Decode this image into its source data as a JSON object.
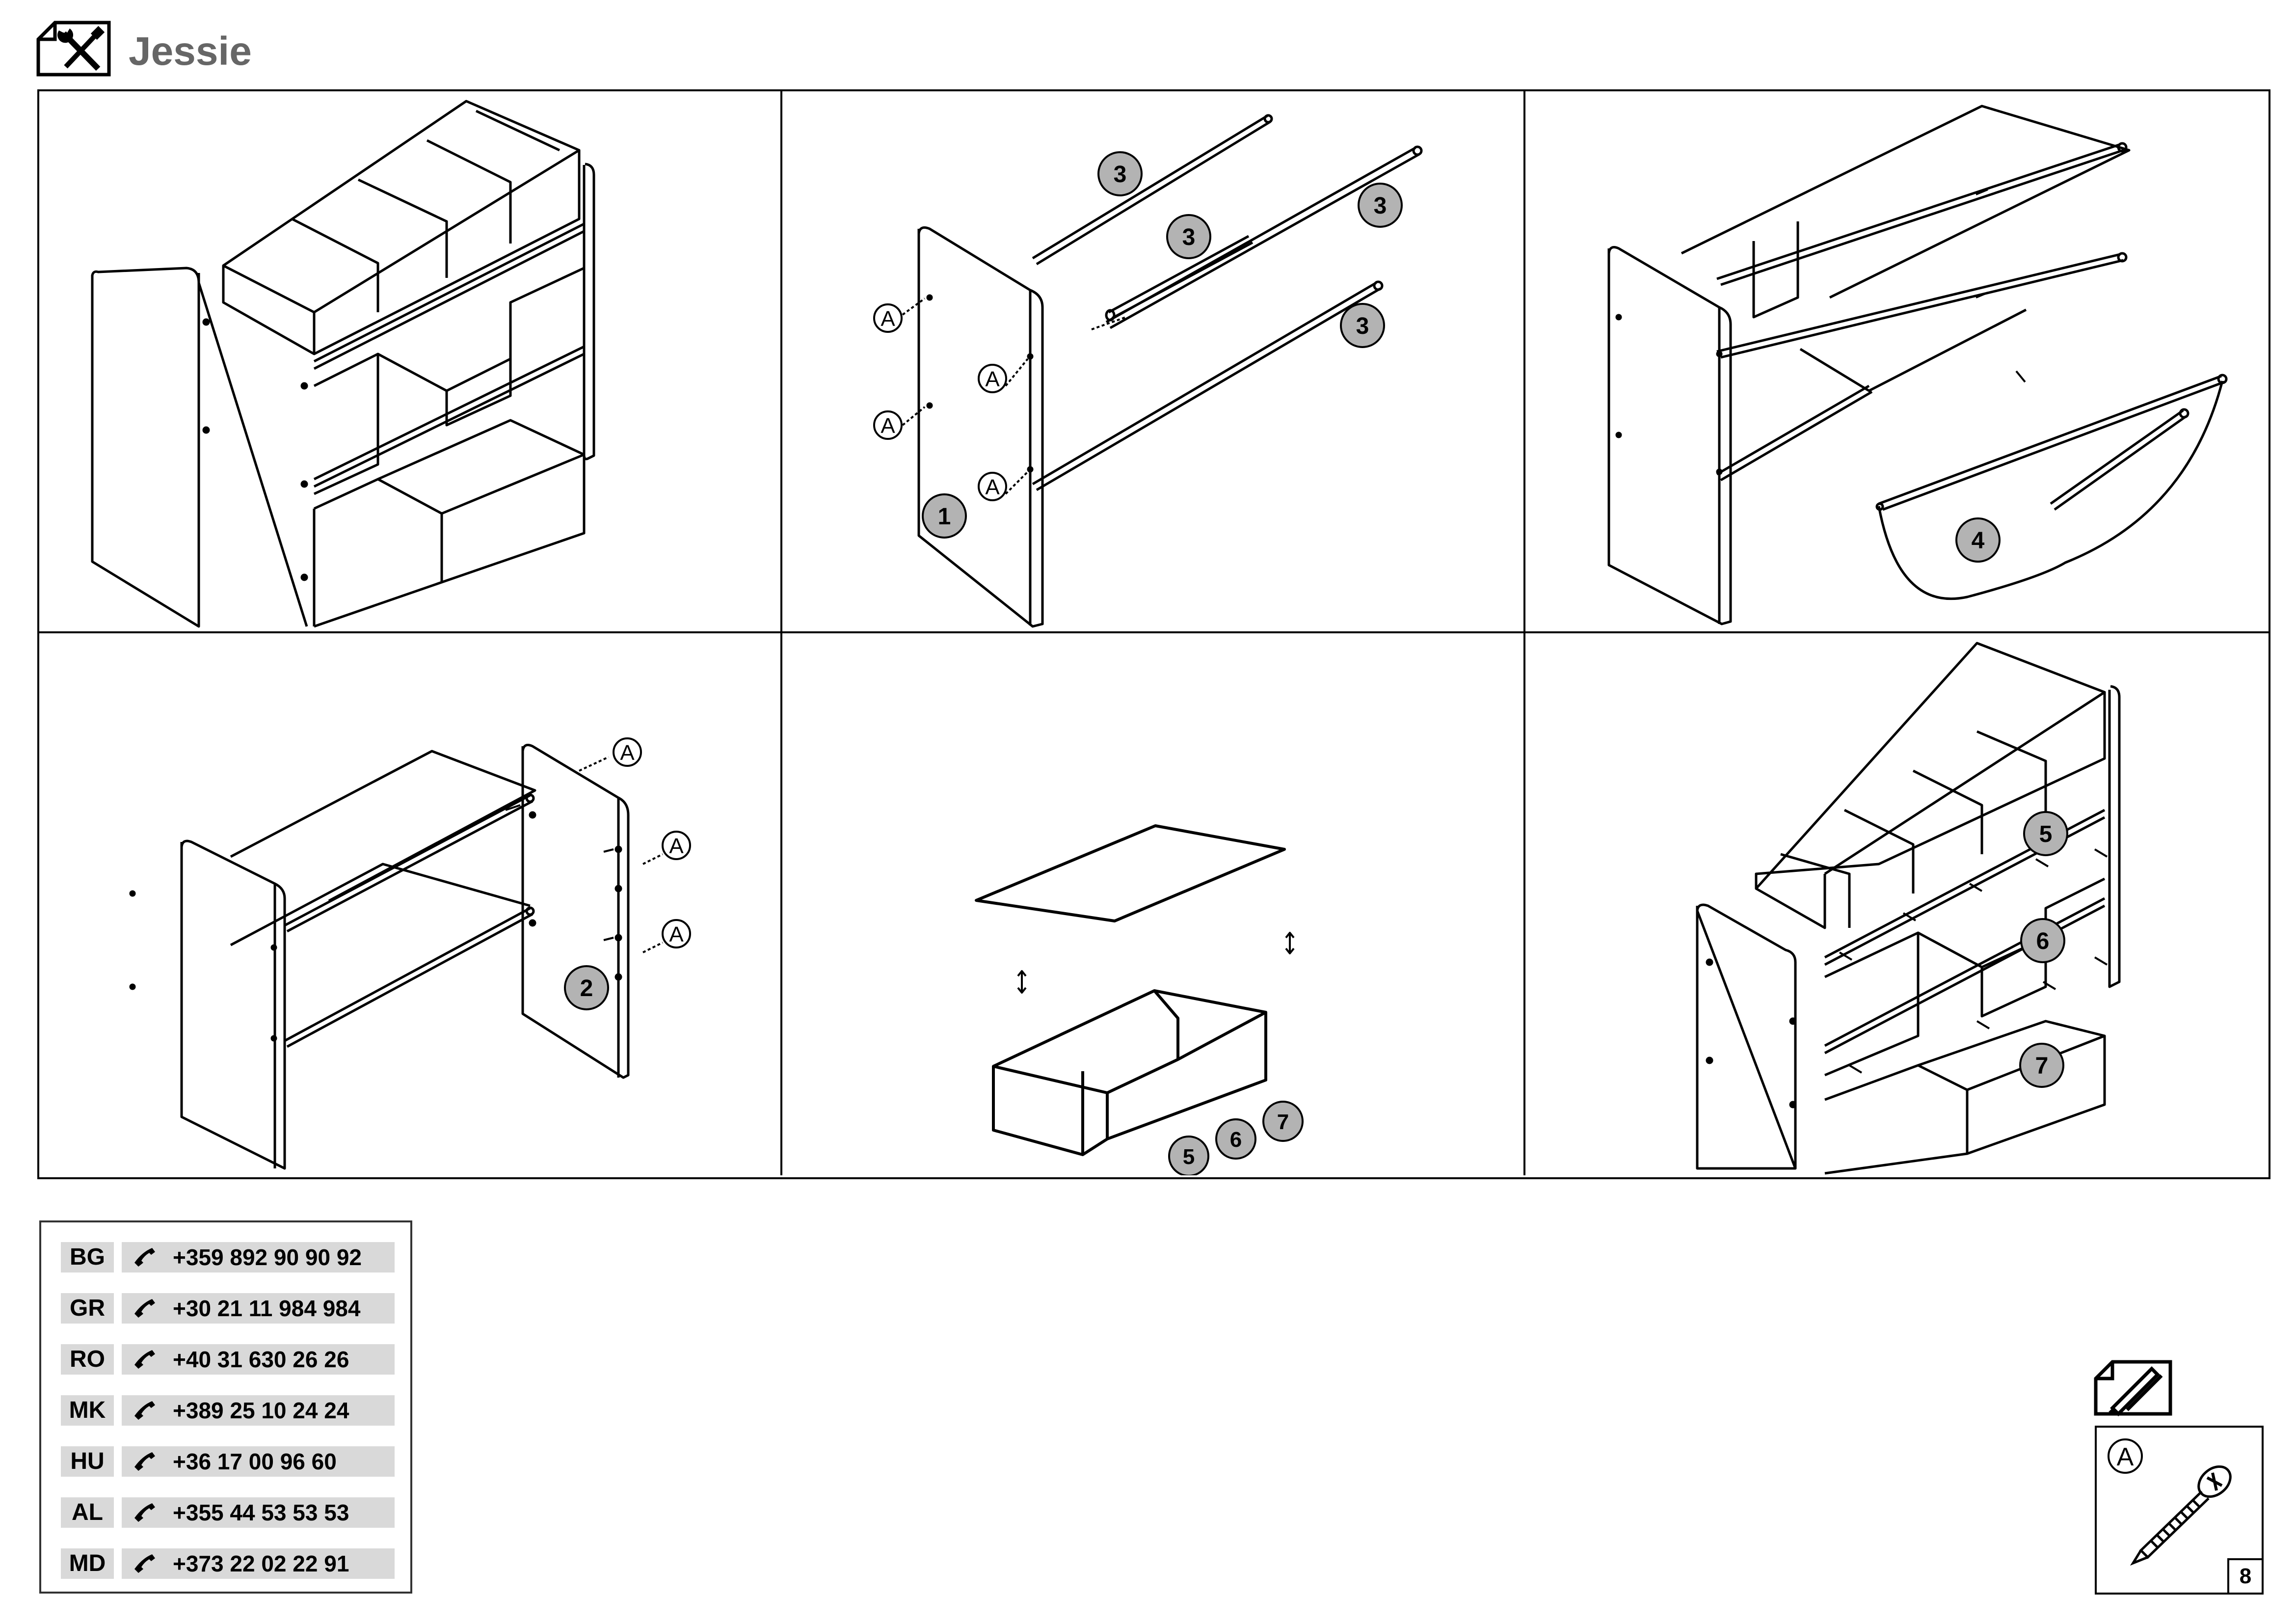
{
  "header": {
    "title": "Jessie",
    "icon": "tools-wrench-screwdriver-icon"
  },
  "steps": [
    {
      "id": "overview",
      "parts": []
    },
    {
      "id": "step-1",
      "parts": [
        "1",
        "3",
        "3",
        "3"
      ],
      "screws": [
        "A",
        "A",
        "A",
        "A"
      ]
    },
    {
      "id": "step-2",
      "parts": [
        "4"
      ]
    },
    {
      "id": "step-3",
      "parts": [
        "2"
      ],
      "screws": [
        "A",
        "A",
        "A"
      ]
    },
    {
      "id": "step-4",
      "parts": [
        "5",
        "6",
        "7"
      ]
    },
    {
      "id": "step-5",
      "parts": [
        "5",
        "6",
        "7"
      ]
    }
  ],
  "phones": [
    {
      "country": "BG",
      "number": "+359 892 90 90 92"
    },
    {
      "country": "GR",
      "number": "+30 21 11 984 984"
    },
    {
      "country": "RO",
      "number": "+40 31 630 26 26"
    },
    {
      "country": "MK",
      "number": "+389 25 10 24 24"
    },
    {
      "country": "HU",
      "number": "+36 17 00 96 60"
    },
    {
      "country": "AL",
      "number": "+355 44 53 53 53"
    },
    {
      "country": "MD",
      "number": "+373 22 02 22 91"
    }
  ],
  "hardware": {
    "label": "A",
    "quantity": "8",
    "item_icon": "screw-icon",
    "header_icon": "tools-pencil-ruler-icon"
  },
  "colors": {
    "badge_fill": "#b3b3b3",
    "title_color": "#666666",
    "phone_bg": "#d9d9d9"
  }
}
